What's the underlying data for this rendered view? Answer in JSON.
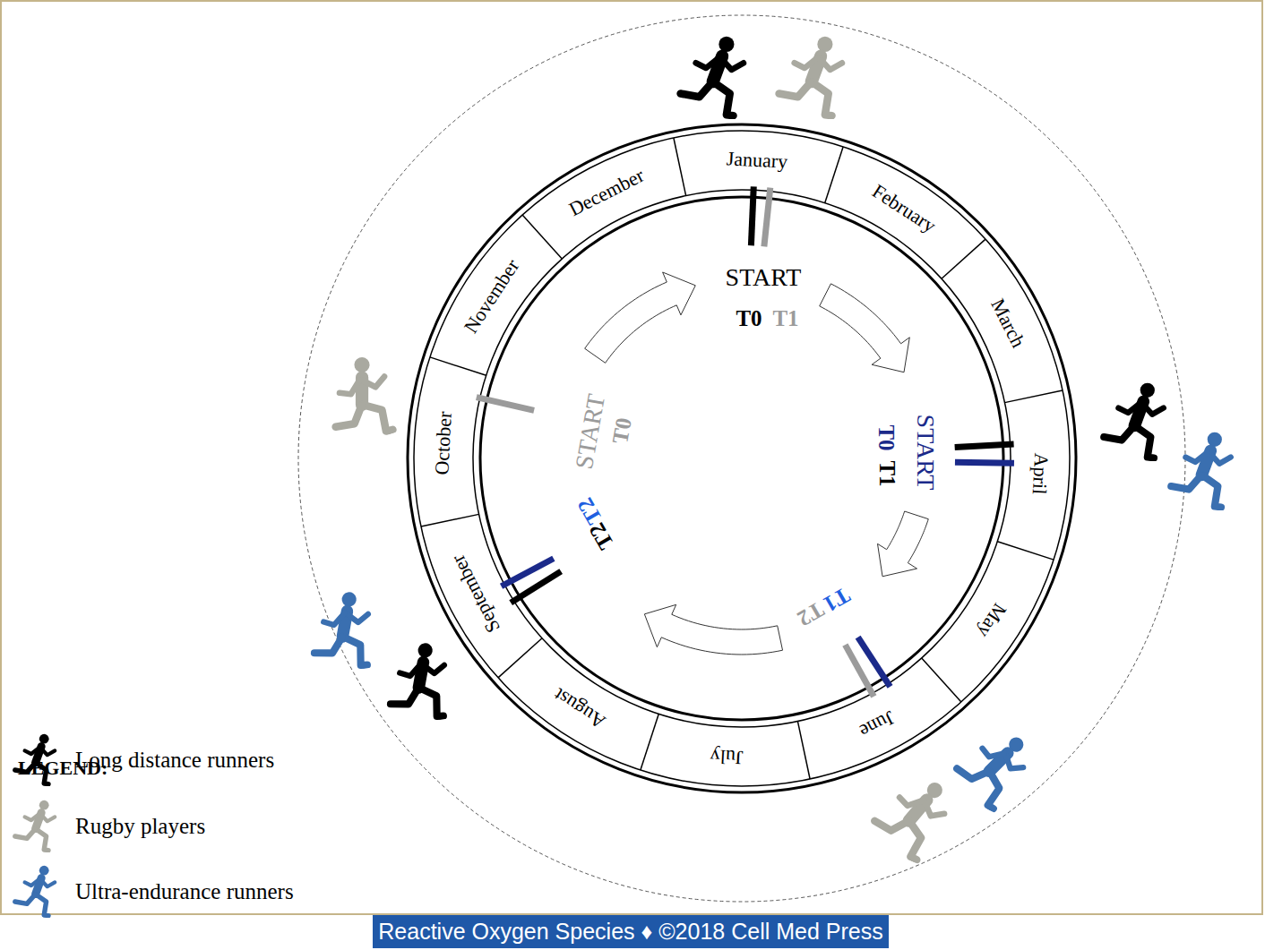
{
  "diagram": {
    "caption": "Reactive Oxygen Species ♦ ©2018 Cell Med Press",
    "labels": [
      "January",
      "February",
      "March",
      "April",
      "May",
      "June",
      "July",
      "August",
      "September",
      "October",
      "November",
      "December",
      "START",
      "T0",
      "T1",
      "START",
      "T0",
      "T1",
      "T1",
      "T2",
      "T2",
      "T2",
      "START",
      "T0",
      "LEGEND:"
    ],
    "legend": [
      {
        "text": "Long distance runners"
      },
      {
        "text": "Rugby players"
      },
      {
        "text": "Ultra-endurance runners"
      }
    ]
  }
}
